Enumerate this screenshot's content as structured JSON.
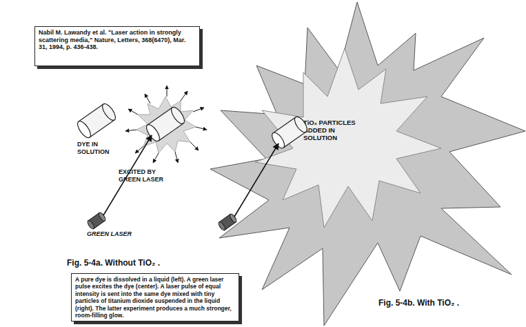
{
  "diagram": {
    "nodes": [
      {
        "text": [
          "Nabil M. Lawandy et al. \"Laser action in strongly scattering media,\" Nature, Letters, 368(6470), Mar. 31, 1994, p. 436-438."
        ]
      },
      {
        "text": [
          "TiO₂ PARTICLES ADDED IN SOLUTION"
        ]
      },
      {
        "text": [
          "A pure dye is dissolved in a liquid (left). A green laser pulse excites the dye (center). A laser pulse of equal intensity is sent into the same dye mixed with tiny particles of titanium dioxide suspended in the liquid (right). The latter experiment produces a much stronger, room-filling glow."
        ]
      }
    ],
    "labels": [
      "DYE IN SOLUTION",
      "EXCITED BY GREEN LASER",
      "GREEN LASER",
      "Fig. 5-4a. Without TiO₂ .",
      "Fig. 5-4b. With TiO₂ ."
    ]
  }
}
